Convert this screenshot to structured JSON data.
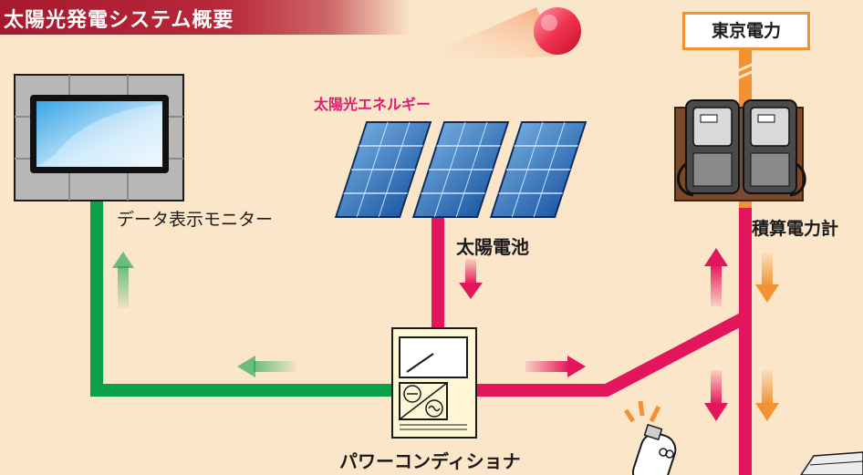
{
  "title": "太陽光発電システム概要",
  "labels": {
    "monitor": "データ表示モニター",
    "solar_energy": "太陽光エネルギー",
    "solar_cell": "太陽電池",
    "power_company": "東京電力",
    "meter": "積算電力計",
    "power_conditioner": "パワーコンディショナ"
  },
  "icons": [
    "sun-icon",
    "solar-panel-icon",
    "monitor-icon",
    "power-conditioner-icon",
    "electric-meter-icon",
    "light-bulb-character-icon",
    "flow-arrow-icon"
  ],
  "colors": {
    "background": "#fbe6ca",
    "title_bar": "#a6192e",
    "data_line": "#0ba14a",
    "power_line": "#e3165b",
    "grid_line": "#f29233",
    "energy_label": "#e21a6f"
  }
}
